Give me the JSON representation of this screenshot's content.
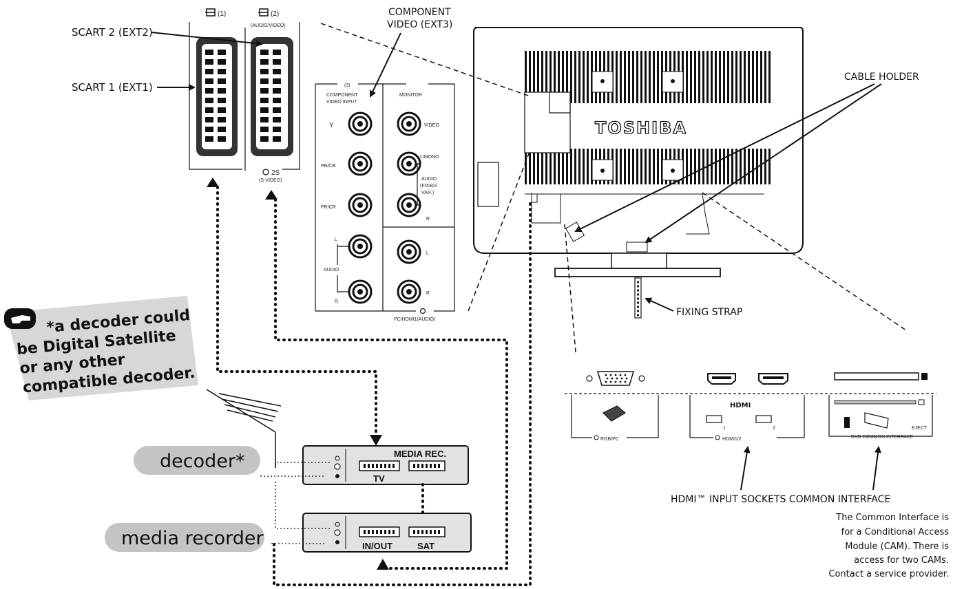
{
  "labels": {
    "scart1": "SCART 1 (EXT1)",
    "scart2": "SCART 2 (EXT2)",
    "scart_icon1": "(1)",
    "scart_icon2": "(2)",
    "scart2_sub": "(AUDIO/VIDEO)",
    "svideo": "2S",
    "svideo_sub": "(S-VIDEO)",
    "component_line1": "COMPONENT",
    "component_line2": "VIDEO (EXT3)",
    "comp_input_icon": "(3)",
    "comp_input_line1": "COMPONENT",
    "comp_input_line2": "VIDEO INPUT",
    "monitor": "MONITOR",
    "jack_y": "Y",
    "jack_pb": "PB/CB",
    "jack_pr": "PR/CR",
    "jack_video": "VIDEO",
    "jack_lmono": "L/MONO",
    "audio_fixed_1": "AUDIO",
    "audio_fixed_2": "(FIXED/",
    "audio_fixed_3": "VAR.)",
    "jack_r": "R",
    "jack_l": "L",
    "audio": "AUDIO",
    "pc_hdmi_audio": "PC/HDMI1(AUDIO)",
    "brand": "TOSHIBA",
    "cable_holder": "CABLE HOLDER",
    "fixing_strap": "FIXING STRAP",
    "hdmi_logo": "HDMI",
    "hdmi_1": "1",
    "hdmi_2": "2",
    "hdmi_sockets": "HDMI1/2",
    "rgb_pc": "RGB/PC",
    "eject": "EJECT",
    "dvb_ci": "DVB COMMON INTERFACE",
    "hdmi_caption": "HDMI™ INPUT SOCKETS COMMON INTERFACE",
    "ci_note_1": "The Common Interface is",
    "ci_note_2": "for a Conditional Access",
    "ci_note_3": "Module (CAM). There is",
    "ci_note_4": "access for two CAMs.",
    "ci_note_5": "Contact a service provider.",
    "note_1": "*a decoder could",
    "note_2": "be Digital Satellite",
    "note_3": "or any other",
    "note_4": "compatible decoder.",
    "decoder": "decoder*",
    "media_recorder": "media recorder",
    "media_rec": "MEDIA REC.",
    "tv": "TV",
    "in_out": "IN/OUT",
    "sat": "SAT"
  },
  "colors": {
    "line": "#111111",
    "pill": "#c4c4c4",
    "note_bg": "#d7d7d7",
    "panel_fill": "#ededed",
    "device_fill": "#e2e2e2"
  },
  "icons": [
    "scart-socket",
    "rca-jack",
    "hdmi-socket",
    "vga-socket",
    "pointing-hand-icon",
    "aerial-icon",
    "arrow"
  ]
}
